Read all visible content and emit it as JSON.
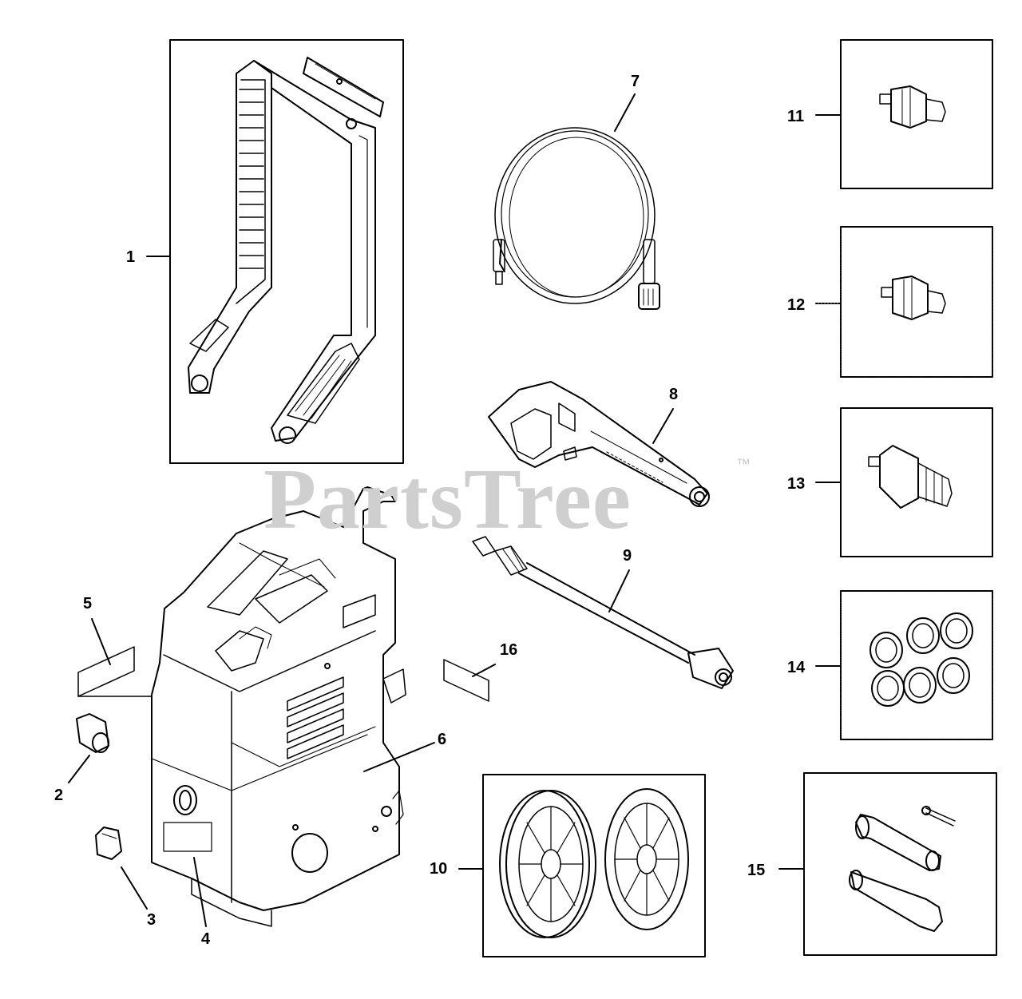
{
  "watermark": {
    "text": "PartsTree",
    "trademark": "™"
  },
  "callouts": {
    "c1": "1",
    "c2": "2",
    "c3": "3",
    "c4": "4",
    "c5": "5",
    "c6": "6",
    "c7": "7",
    "c8": "8",
    "c9": "9",
    "c10": "10",
    "c11": "11",
    "c12": "12",
    "c13": "13",
    "c14": "14",
    "c15": "15",
    "c16": "16"
  },
  "colors": {
    "line": "#000000",
    "watermark": "#cfcfcf",
    "background": "#ffffff"
  }
}
